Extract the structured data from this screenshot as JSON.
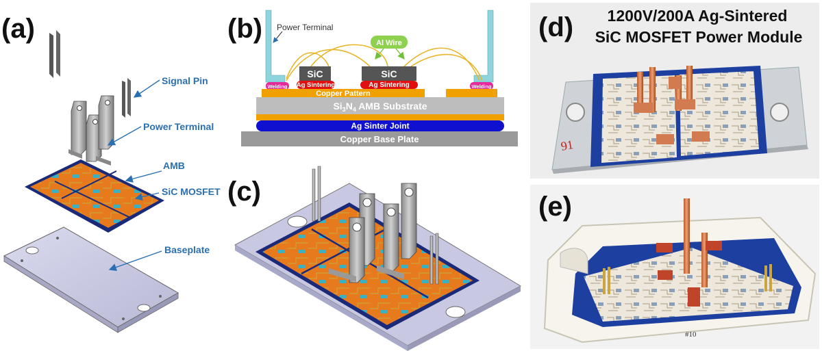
{
  "panel_labels": {
    "a": "(a)",
    "b": "(b)",
    "c": "(c)",
    "d": "(d)",
    "e": "(e)"
  },
  "panel_a": {
    "signal_pin": "Signal Pin",
    "power_terminal": "Power Terminal",
    "amb": "AMB",
    "sic_mosfet": "SiC MOSFET",
    "baseplate": "Baseplate"
  },
  "panel_b": {
    "power_terminal": "Power Terminal",
    "al_wire": "Al Wire",
    "sic_left": "SiC",
    "sic_right": "SiC",
    "ag_sintering_left": "Ag Sintering",
    "ag_sintering_right": "Ag Sintering",
    "welding_left": "Welding",
    "welding_right": "Welding",
    "copper_pattern": "Copper Pattern",
    "substrate_prefix": "Si",
    "substrate_sub1": "3",
    "substrate_mid": "N",
    "substrate_sub2": "4",
    "substrate_suffix": " AMB Substrate",
    "ag_sinter_joint": "Ag Sinter Joint",
    "copper_base_plate": "Copper Base Plate"
  },
  "panel_d": {
    "title_line1": "1200V/200A Ag-Sintered",
    "title_line2": "SiC MOSFET Power Module",
    "handwritten": "91"
  },
  "panel_e": {
    "handwritten": "#10"
  },
  "colors": {
    "callout": "#2a6fb2",
    "terminal": "#8fd3dc",
    "sic_chip": "#555555",
    "ag_sintering": "#e01010",
    "welding": "#e52b9a",
    "copper_pattern": "#f0a000",
    "substrate": "#bdbdbd",
    "ag_sinter_joint": "#1010d0",
    "base_plate": "#9a9a9a",
    "al_wire": "#8ed14e",
    "pcb_orange": "#e87a1e",
    "pcb_navy": "#1a2a78"
  }
}
